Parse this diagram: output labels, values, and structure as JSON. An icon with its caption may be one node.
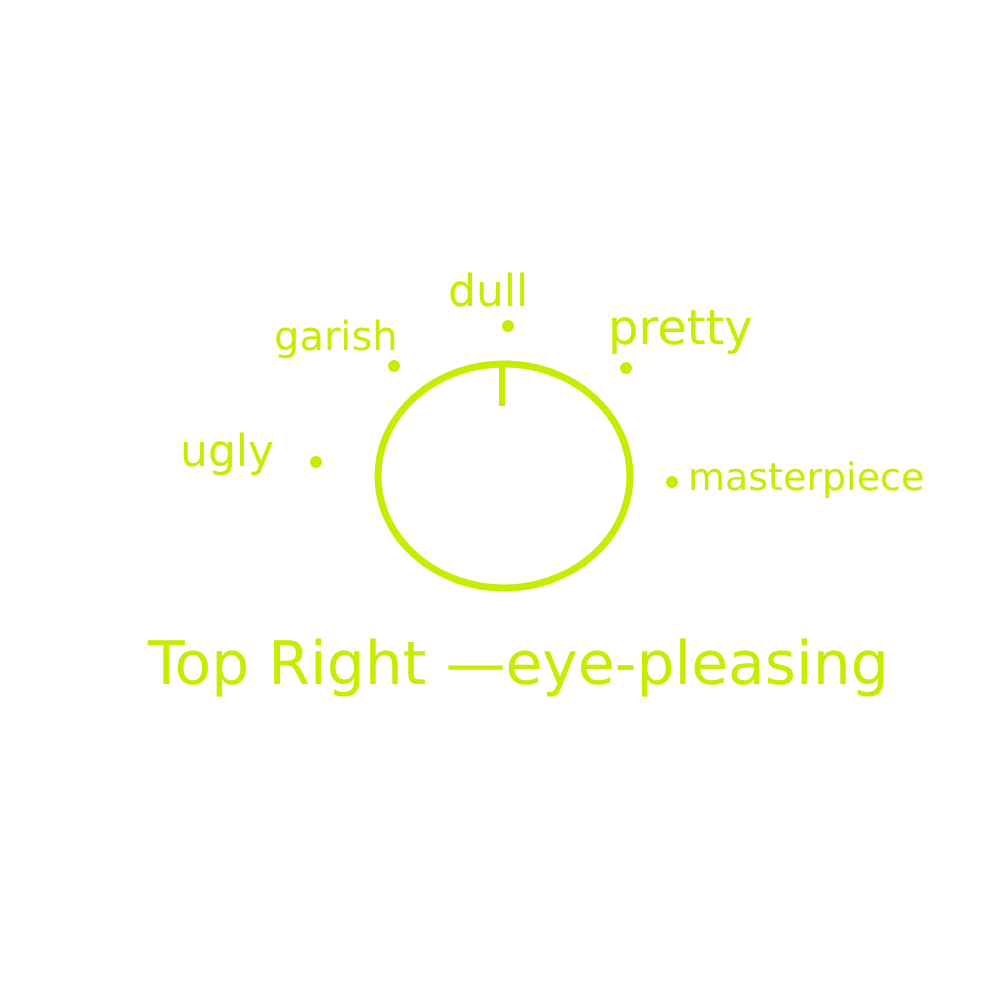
{
  "diagram": {
    "nodes": [
      {
        "text": [],
        "shape": "circle"
      }
    ],
    "edges": [],
    "labels": [
      "dull",
      "garish",
      "pretty",
      "ugly",
      "masterpiece",
      "Top Right —eye-pleasing"
    ]
  }
}
